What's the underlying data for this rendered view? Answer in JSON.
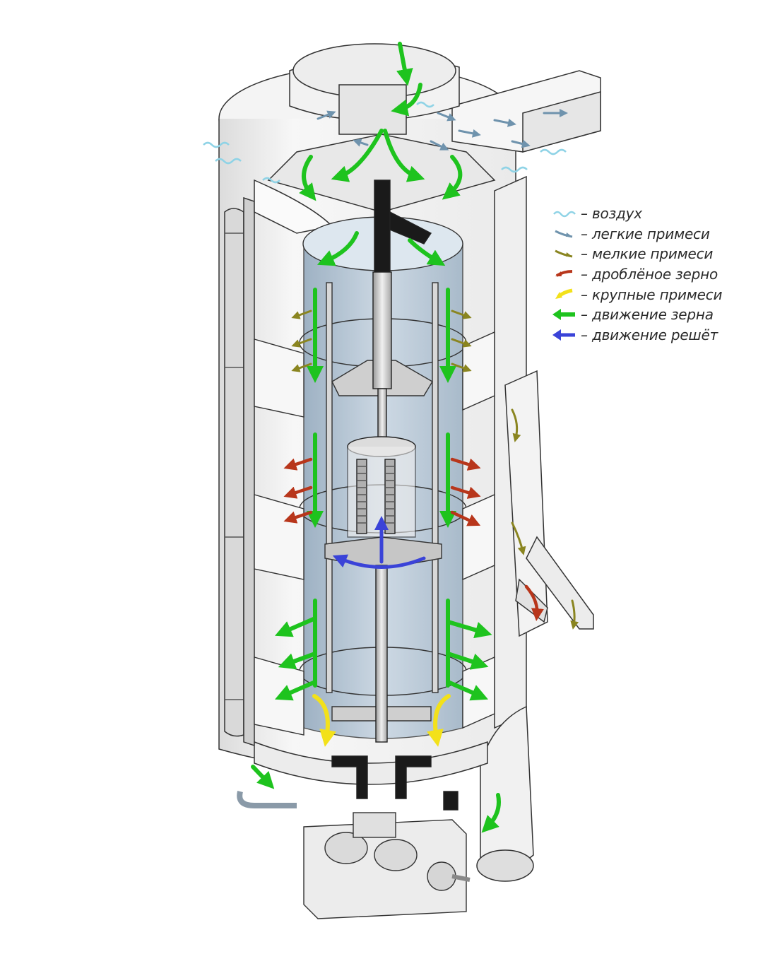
{
  "legend": {
    "items": [
      {
        "key": "air",
        "label": "– воздух",
        "color": "#8fd3e6",
        "icon": "wave-icon"
      },
      {
        "key": "light",
        "label": "– легкие примеси",
        "color": "#6f93ad",
        "icon": "arrow-icon"
      },
      {
        "key": "fine",
        "label": "– мелкие примеси",
        "color": "#8a8520",
        "icon": "arrow-icon"
      },
      {
        "key": "crushed",
        "label": "– дроблёное зерно",
        "color": "#b8361b",
        "icon": "arrow-icon"
      },
      {
        "key": "coarse",
        "label": "– крупные примеси",
        "color": "#f3e11a",
        "icon": "arrow-icon"
      },
      {
        "key": "grain",
        "label": "– движение зерна",
        "color": "#1ec31e",
        "icon": "arrow-icon"
      },
      {
        "key": "sieve",
        "label": "– движение решёт",
        "color": "#3a43d8",
        "icon": "arrow-icon"
      }
    ]
  }
}
